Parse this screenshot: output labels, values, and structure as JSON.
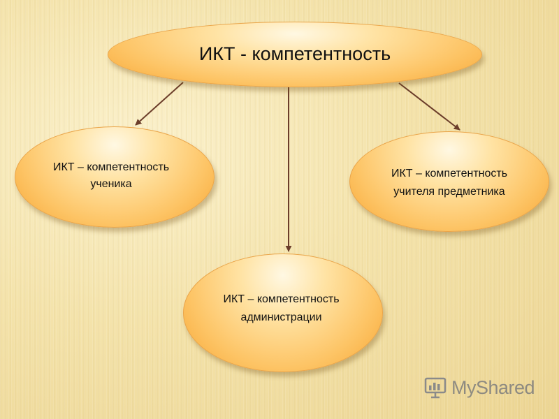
{
  "diagram": {
    "root": {
      "label": "ИКТ - компетентность"
    },
    "children": [
      {
        "id": "student",
        "label_line1": "ИКТ – компетентность",
        "label_line2": "ученика"
      },
      {
        "id": "admin",
        "label_line1": "ИКТ – компетентность",
        "label_line2": "администрации"
      },
      {
        "id": "teacher",
        "label_line1": "ИКТ – компетентность",
        "label_line2": "учителя предметника"
      }
    ],
    "connector_color": "#6b3d2a"
  },
  "watermark": {
    "text": "MyShared",
    "icon": "presentation-board-icon"
  }
}
